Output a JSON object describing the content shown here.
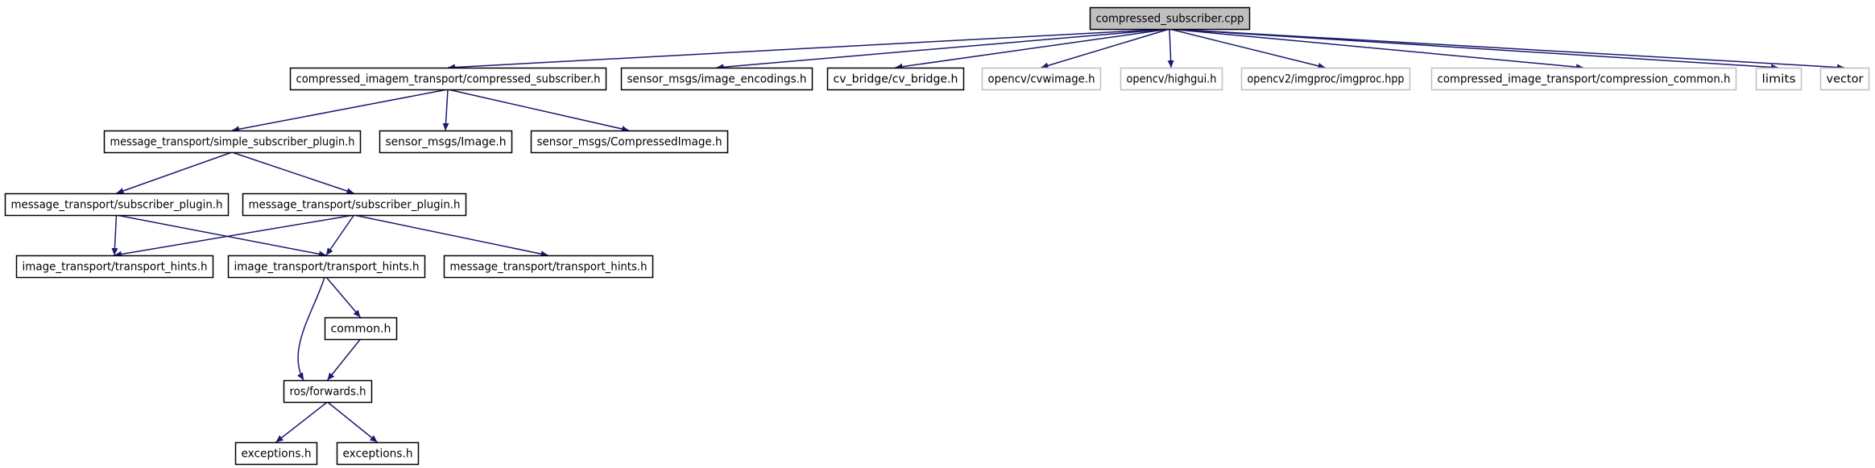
{
  "colors": {
    "edge": "#191970",
    "root_fill": "#bfbfbf",
    "box_border": "#000000",
    "external_border": "#bfbfbf",
    "text": "#000000"
  },
  "nodes": [
    {
      "id": "root",
      "label": "compressed_subscriber.cpp",
      "style": "root"
    },
    {
      "id": "cit_cs",
      "label": "compressed_imagem_transport/compressed_subscriber.h",
      "style": "normal"
    },
    {
      "id": "sm_ie",
      "label": "sensor_msgs/image_encodings.h",
      "style": "normal"
    },
    {
      "id": "cvb",
      "label": "cv_bridge/cv_bridge.h",
      "style": "normal"
    },
    {
      "id": "cvwimage",
      "label": "opencv/cvwimage.h",
      "style": "external"
    },
    {
      "id": "highgui",
      "label": "opencv/highgui.h",
      "style": "external"
    },
    {
      "id": "imgproc",
      "label": "opencv2/imgproc/imgproc.hpp",
      "style": "external"
    },
    {
      "id": "cc",
      "label": "compressed_image_transport/compression_common.h",
      "style": "external"
    },
    {
      "id": "limits",
      "label": "limits",
      "style": "external"
    },
    {
      "id": "vector",
      "label": "vector",
      "style": "external"
    },
    {
      "id": "msp",
      "label": "message_transport/simple_subscriber_plugin.h",
      "style": "normal"
    },
    {
      "id": "sm_img",
      "label": "sensor_msgs/Image.h",
      "style": "normal"
    },
    {
      "id": "sm_ci",
      "label": "sensor_msgs/CompressedImage.h",
      "style": "normal"
    },
    {
      "id": "msubp1",
      "label": "message_transport/subscriber_plugin.h",
      "style": "normal"
    },
    {
      "id": "msubp2",
      "label": "message_transport/subscriber_plugin.h",
      "style": "normal"
    },
    {
      "id": "ith1",
      "label": "image_transport/transport_hints.h",
      "style": "normal"
    },
    {
      "id": "ith2",
      "label": "image_transport/transport_hints.h",
      "style": "normal"
    },
    {
      "id": "mth",
      "label": "message_transport/transport_hints.h",
      "style": "normal"
    },
    {
      "id": "common",
      "label": "common.h",
      "style": "normal"
    },
    {
      "id": "rosfwd",
      "label": "ros/forwards.h",
      "style": "normal"
    },
    {
      "id": "exc1",
      "label": "exceptions.h",
      "style": "normal"
    },
    {
      "id": "exc2",
      "label": "exceptions.h",
      "style": "normal"
    }
  ],
  "edges": [
    [
      "root",
      "cit_cs"
    ],
    [
      "root",
      "sm_ie"
    ],
    [
      "root",
      "cvb"
    ],
    [
      "root",
      "cvwimage"
    ],
    [
      "root",
      "highgui"
    ],
    [
      "root",
      "imgproc"
    ],
    [
      "root",
      "cc"
    ],
    [
      "root",
      "limits"
    ],
    [
      "root",
      "vector"
    ],
    [
      "cit_cs",
      "msp"
    ],
    [
      "cit_cs",
      "sm_img"
    ],
    [
      "cit_cs",
      "sm_ci"
    ],
    [
      "msp",
      "msubp1"
    ],
    [
      "msp",
      "msubp2"
    ],
    [
      "msubp1",
      "ith1"
    ],
    [
      "msubp1",
      "ith2"
    ],
    [
      "msubp2",
      "ith1"
    ],
    [
      "msubp2",
      "ith2"
    ],
    [
      "msubp2",
      "mth"
    ],
    [
      "ith2",
      "common"
    ],
    [
      "ith2",
      "rosfwd"
    ],
    [
      "common",
      "rosfwd"
    ],
    [
      "rosfwd",
      "exc1"
    ],
    [
      "rosfwd",
      "exc2"
    ]
  ]
}
